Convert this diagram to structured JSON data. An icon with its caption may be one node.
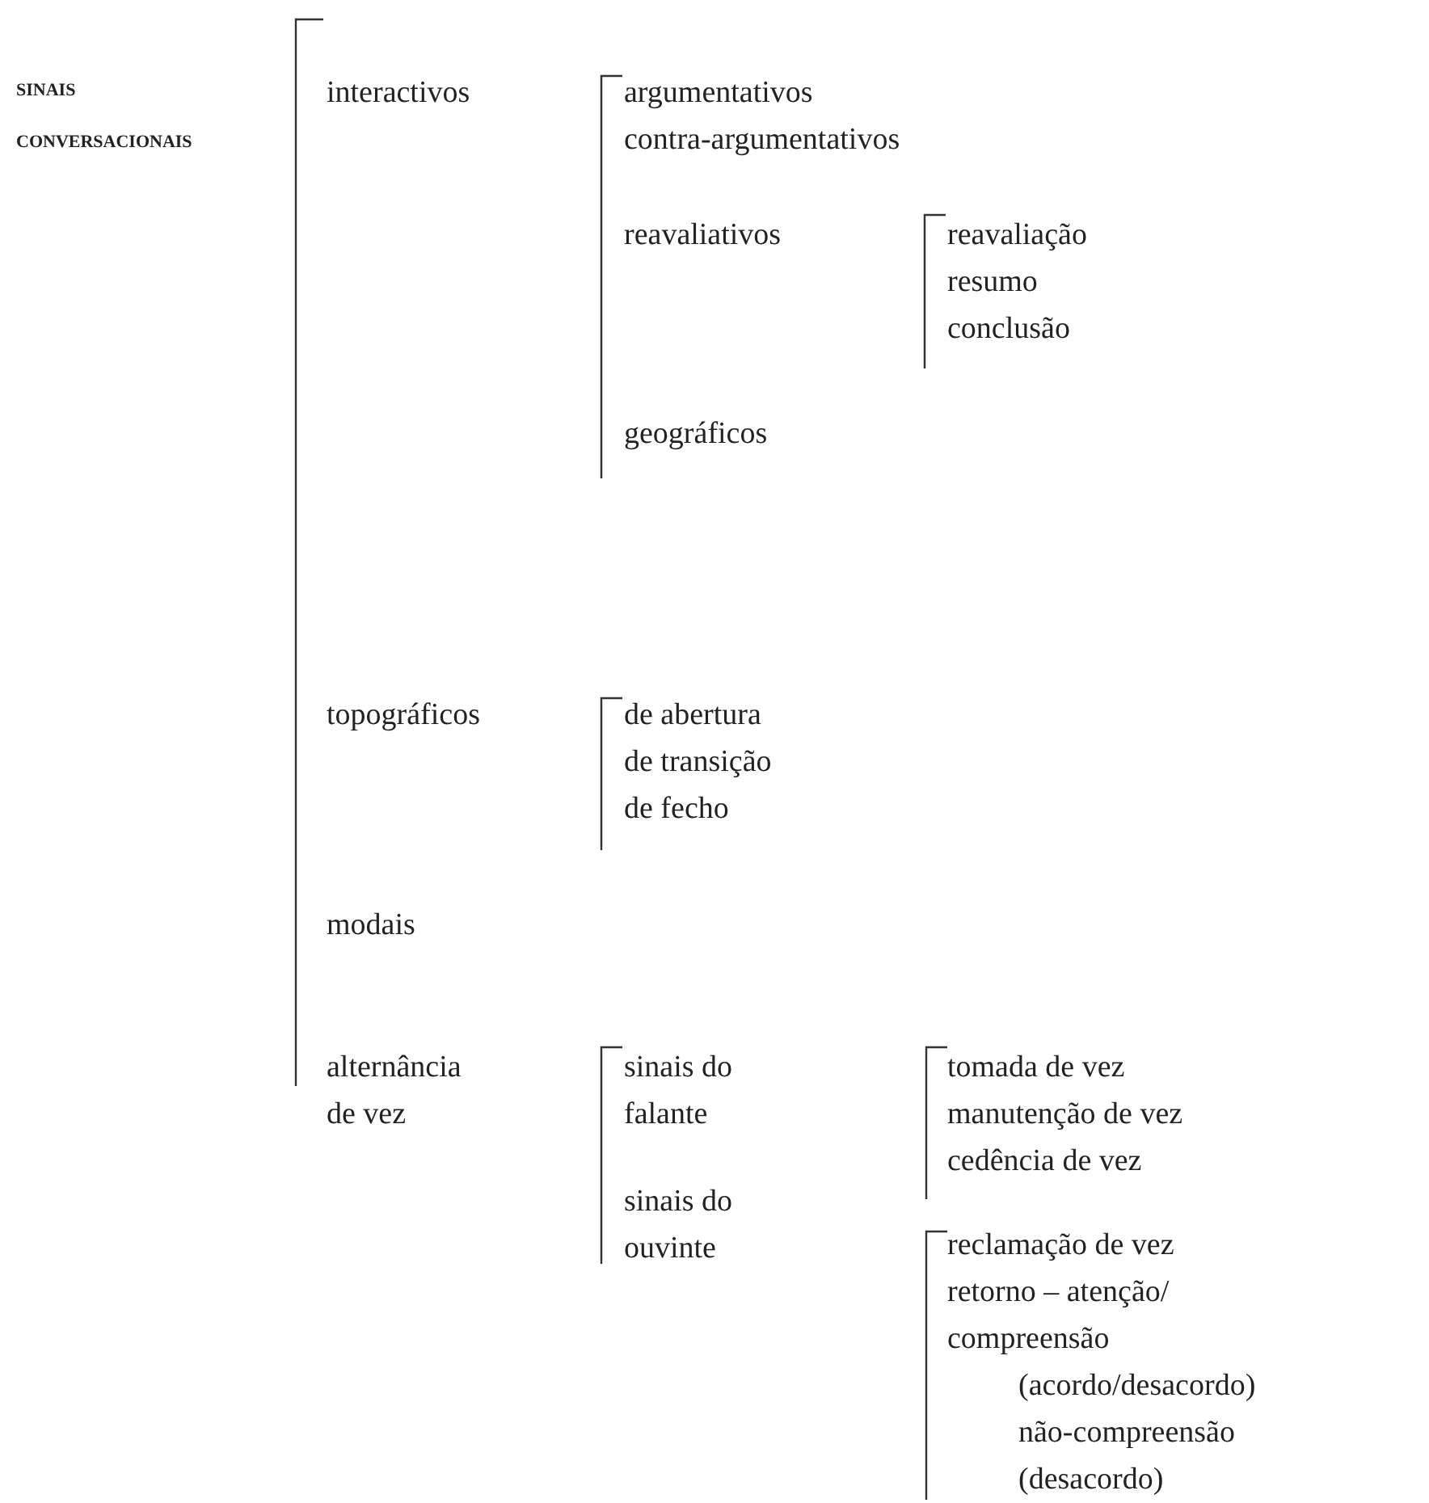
{
  "diagram": {
    "labels": [
      "SINAIS CONVERSACIONAIS",
      "interactivos",
      "argumentativos",
      "contra-argumentativos",
      "reavaliativos",
      "reavaliação",
      "resumo",
      "conclusão",
      "geográficos",
      "topográficos",
      "de abertura",
      "de transição",
      "de fecho",
      "modais",
      "alternância de vez",
      "sinais do falante",
      "tomada de vez",
      "manutenção de vez",
      "cedência de vez",
      "sinais do ouvinte",
      "reclamação de vez",
      "retorno – atenção/ compreensão",
      "(acordo/desacordo)",
      "não-compreensão",
      "(desacordo)"
    ]
  }
}
